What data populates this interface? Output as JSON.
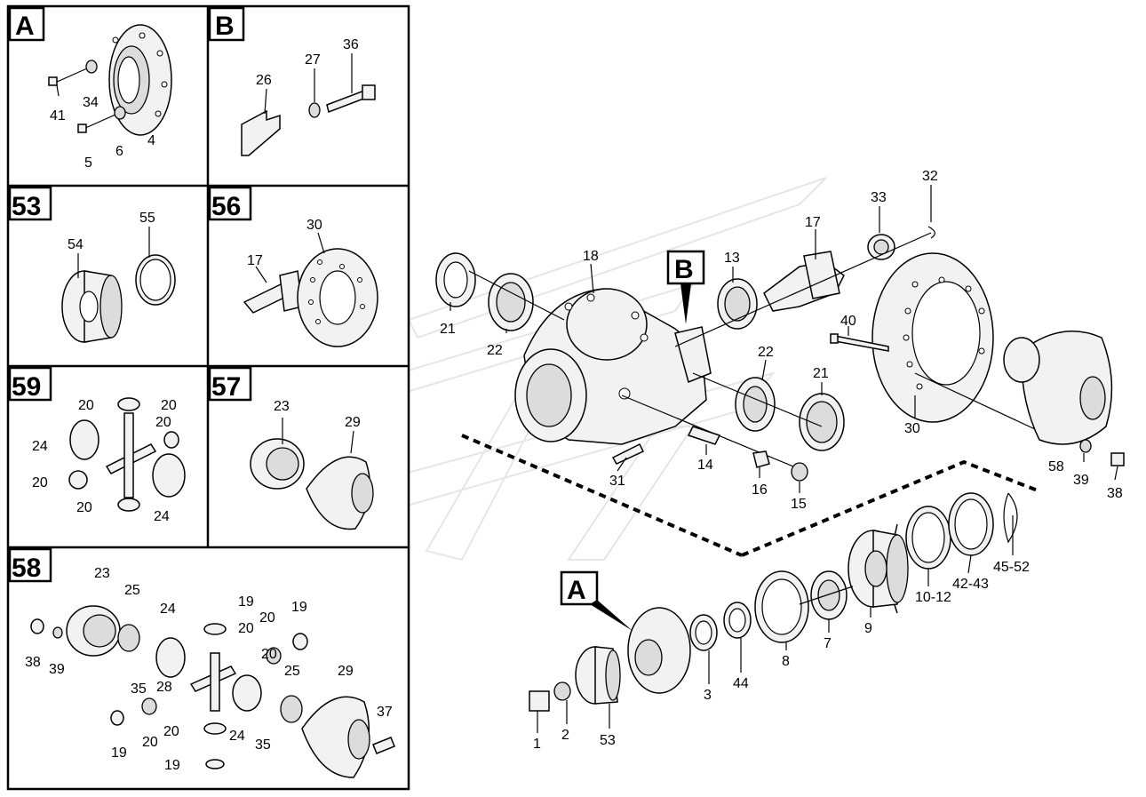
{
  "panels": {
    "A": {
      "title": "A",
      "labels": [
        "41",
        "34",
        "6",
        "5",
        "4"
      ]
    },
    "B": {
      "title": "B",
      "labels": [
        "26",
        "27",
        "36"
      ]
    },
    "p53": {
      "title": "53",
      "labels": [
        "54",
        "55"
      ]
    },
    "p56": {
      "title": "56",
      "labels": [
        "17",
        "30"
      ]
    },
    "p59": {
      "title": "59",
      "labels": [
        "20",
        "20",
        "24",
        "20",
        "20",
        "20",
        "24"
      ]
    },
    "p57": {
      "title": "57",
      "labels": [
        "23",
        "29"
      ]
    },
    "p58": {
      "title": "58",
      "labels": [
        "23",
        "25",
        "24",
        "19",
        "19",
        "20",
        "20",
        "38",
        "39",
        "35",
        "28",
        "20",
        "25",
        "29",
        "37",
        "19",
        "20",
        "20",
        "24",
        "35",
        "19"
      ]
    }
  },
  "main": {
    "callout_A": "A",
    "callout_B": "B",
    "labels": [
      "18",
      "13",
      "33",
      "32",
      "17",
      "21",
      "22",
      "40",
      "22",
      "21",
      "30",
      "58",
      "39",
      "38",
      "31",
      "14",
      "16",
      "15",
      "45-52",
      "42-43",
      "10-12",
      "9",
      "7",
      "8",
      "44",
      "3",
      "2",
      "53",
      "1"
    ]
  }
}
